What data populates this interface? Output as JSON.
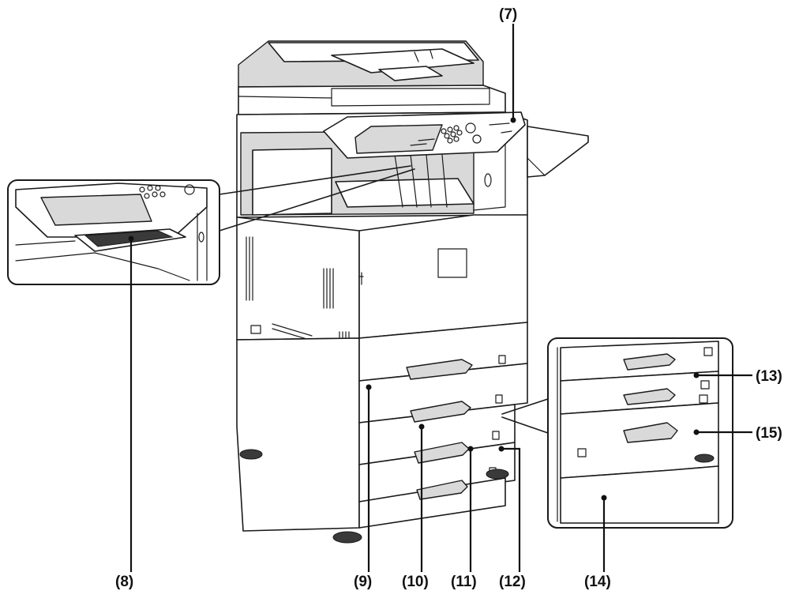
{
  "callouts": {
    "c7": "(7)",
    "c8": "(8)",
    "c9": "(9)",
    "c10": "(10)",
    "c11": "(11)",
    "c12": "(12)",
    "c13": "(13)",
    "c14": "(14)",
    "c15": "(15)"
  },
  "colors": {
    "line": "#1a1a1a",
    "shade": "#d9d9d9",
    "background": "#ffffff"
  }
}
